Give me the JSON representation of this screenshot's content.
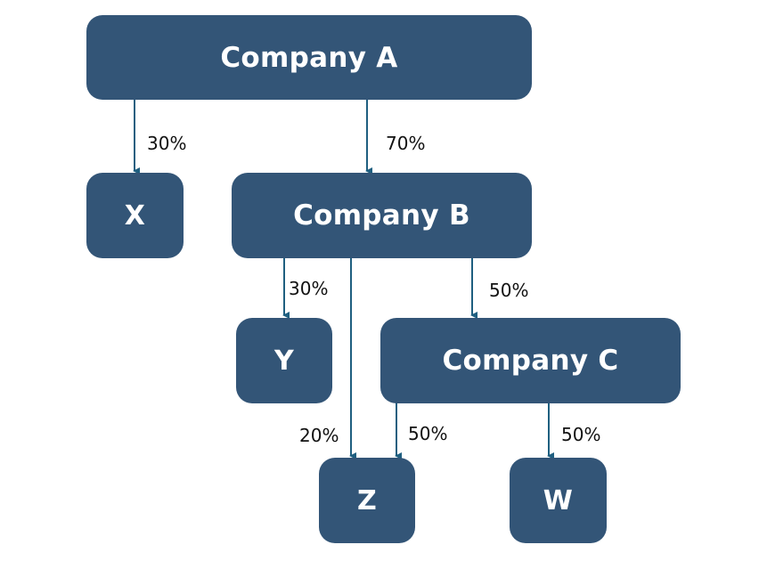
{
  "colors": {
    "node_fill": "#335577",
    "node_text": "#ffffff",
    "arrow": "#1f5f80",
    "label_text": "#111111"
  },
  "nodes": {
    "company_a": "Company A",
    "company_b": "Company B",
    "company_c": "Company C",
    "x": "X",
    "y": "Y",
    "z": "Z",
    "w": "W"
  },
  "edges": [
    {
      "from": "Company A",
      "to": "X",
      "label": "30%"
    },
    {
      "from": "Company A",
      "to": "Company B",
      "label": "70%"
    },
    {
      "from": "Company B",
      "to": "Y",
      "label": "30%"
    },
    {
      "from": "Company B",
      "to": "Z",
      "label": "20%"
    },
    {
      "from": "Company B",
      "to": "Company C",
      "label": "50%"
    },
    {
      "from": "Company C",
      "to": "Z",
      "label": "50%"
    },
    {
      "from": "Company C",
      "to": "W",
      "label": "50%"
    }
  ]
}
